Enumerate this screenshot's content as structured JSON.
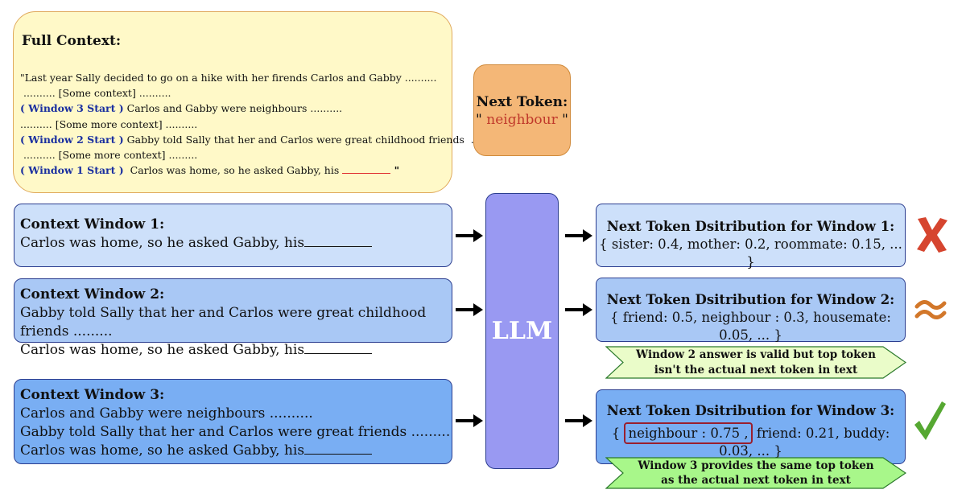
{
  "full_context": {
    "title": "Full Context:",
    "line1": "\"Last year Sally decided to go on a hike with her firends Carlos and Gabby ..........",
    "line2": " .......... [Some context] ..........",
    "line3_marker": "( Window 3 Start )",
    "line3_text": " Carlos and Gabby were neighbours ..........",
    "line4": ".......... [Some more context] ..........",
    "line5_marker": "( Window 2 Start )",
    "line5_text": " Gabby told Sally that her and Carlos were great childhood friends  ..........",
    "line6": " .......... [Some more context] .........",
    "line7_marker": "( Window 1 Start )",
    "line7_text": "  Carlos was home, so he asked Gabby, his ",
    "line7_end": " \""
  },
  "next_token": {
    "label": "Next Token:",
    "open_quote": "\" ",
    "word": "neighbour",
    "close_quote": " \""
  },
  "context_windows": [
    {
      "title": "Context Window 1:",
      "lines": [
        "Carlos was home, so he asked Gabby, his"
      ]
    },
    {
      "title": "Context Window 2:",
      "lines": [
        "Gabby told Sally that her and Carlos were great childhood friends .........",
        "Carlos was home, so he asked Gabby, his"
      ]
    },
    {
      "title": "Context Window 3:",
      "lines": [
        "Carlos and Gabby were neighbours ..........",
        "Gabby told Sally that her and Carlos were great friends .........",
        "Carlos was home, so he asked Gabby, his"
      ]
    }
  ],
  "llm_label": "LLM",
  "distributions": [
    {
      "title": "Next Token Dsitribution for Window 1:",
      "values": "{ sister: 0.4, mother: 0.2, roommate: 0.15, ... }",
      "verdict": "cross-mark"
    },
    {
      "title": "Next Token Dsitribution for Window 2:",
      "values": "{ friend: 0.5, neighbour : 0.3, housemate: 0.05, ... }",
      "verdict": "approx-mark"
    },
    {
      "title": "Next Token Dsitribution for Window 3:",
      "open_brace": "{ ",
      "highlight": "neighbour : 0.75 ,",
      "rest": " friend: 0.21, buddy: 0.03, ... }",
      "verdict": "check-mark"
    }
  ],
  "banners": [
    {
      "line1": "Window 2 answer is valid but top token",
      "line2": "isn't the actual next token in text",
      "color": "#eafcc9"
    },
    {
      "line1": "Window 3 provides the same top token",
      "line2": "as the actual next token in text",
      "color": "#a8f78a"
    }
  ],
  "colors": {
    "cross": "#d6452f",
    "approx": "#d2772a",
    "check": "#56a832",
    "marker_blue": "#1a2fa0",
    "answer_red": "#c0392b"
  }
}
